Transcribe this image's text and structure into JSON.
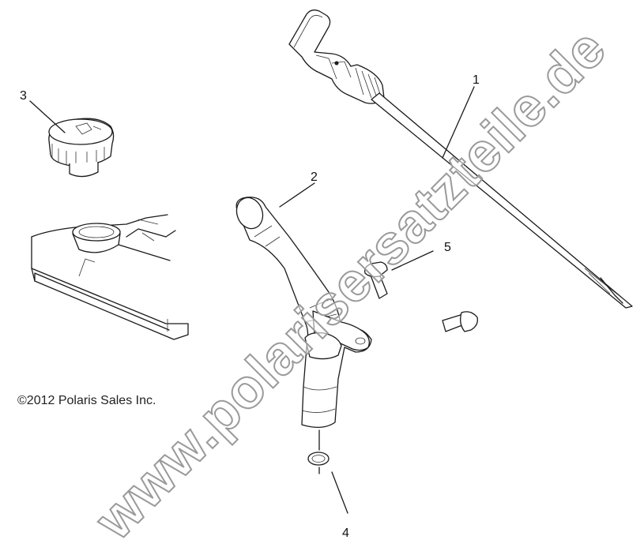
{
  "diagram": {
    "callouts": [
      {
        "id": "1",
        "label": "1"
      },
      {
        "id": "2",
        "label": "2"
      },
      {
        "id": "3",
        "label": "3"
      },
      {
        "id": "4",
        "label": "4"
      },
      {
        "id": "5",
        "label": "5"
      }
    ],
    "copyright": "©2012 Polaris Sales Inc.",
    "watermark": "www.polarisersatzteile.de"
  }
}
